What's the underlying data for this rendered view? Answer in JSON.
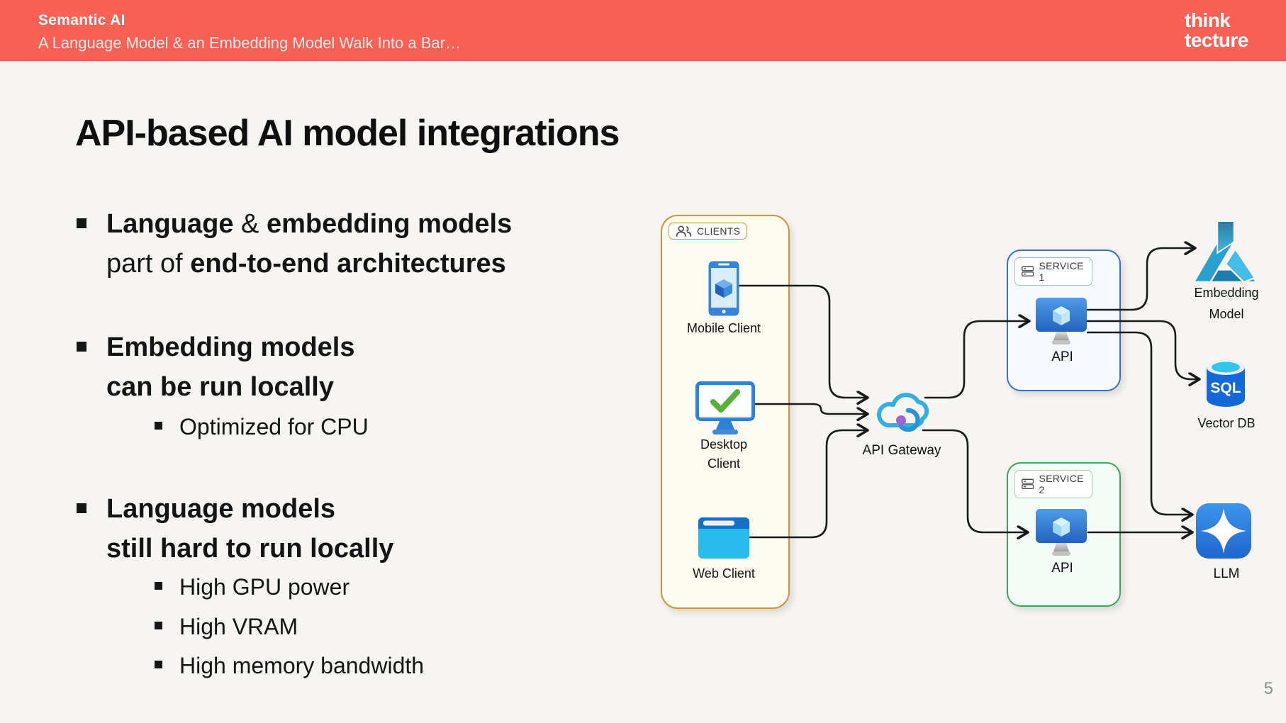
{
  "header": {
    "kicker": "Semantic AI",
    "subtitle": "A Language Model & an Embedding Model Walk Into a Bar…",
    "logo_line1": "think",
    "logo_line2": "tecture"
  },
  "slide": {
    "title": "API-based AI model integrations",
    "page_number": "5"
  },
  "bullets": {
    "b1_l1_s1": "Language",
    "b1_l1_s2": " & ",
    "b1_l1_s3": "embedding models",
    "b1_l2_s1": "part of ",
    "b1_l2_s2": "end-to-end architectures",
    "b2_l1": "Embedding models",
    "b2_l2": "can be run locally",
    "b2_sub1": "Optimized for CPU",
    "b3_l1": "Language models",
    "b3_l2": "still hard to run locally",
    "b3_sub1": "High GPU power",
    "b3_sub2": "High VRAM",
    "b3_sub3": "High memory bandwidth"
  },
  "diagram": {
    "clients_label": "CLIENTS",
    "mobile_client": "Mobile Client",
    "desktop_client_l1": "Desktop",
    "desktop_client_l2": "Client",
    "web_client": "Web Client",
    "api_gateway": "API Gateway",
    "service1_label": "SERVICE 1",
    "service1_api_label": "API",
    "service2_label": "SERVICE 2",
    "service2_api_label": "API",
    "embedding_model_l1": "Embedding",
    "embedding_model_l2": "Model",
    "vector_db": "Vector DB",
    "sql_icon_text": "SQL",
    "llm": "LLM"
  },
  "colors": {
    "header_bg": "#F96156",
    "slide_bg": "#F7F5F2",
    "clients_border": "#C8973E",
    "service1_border": "#3A70C2",
    "service2_border": "#3EA45B",
    "connector": "#1A1A1A"
  }
}
